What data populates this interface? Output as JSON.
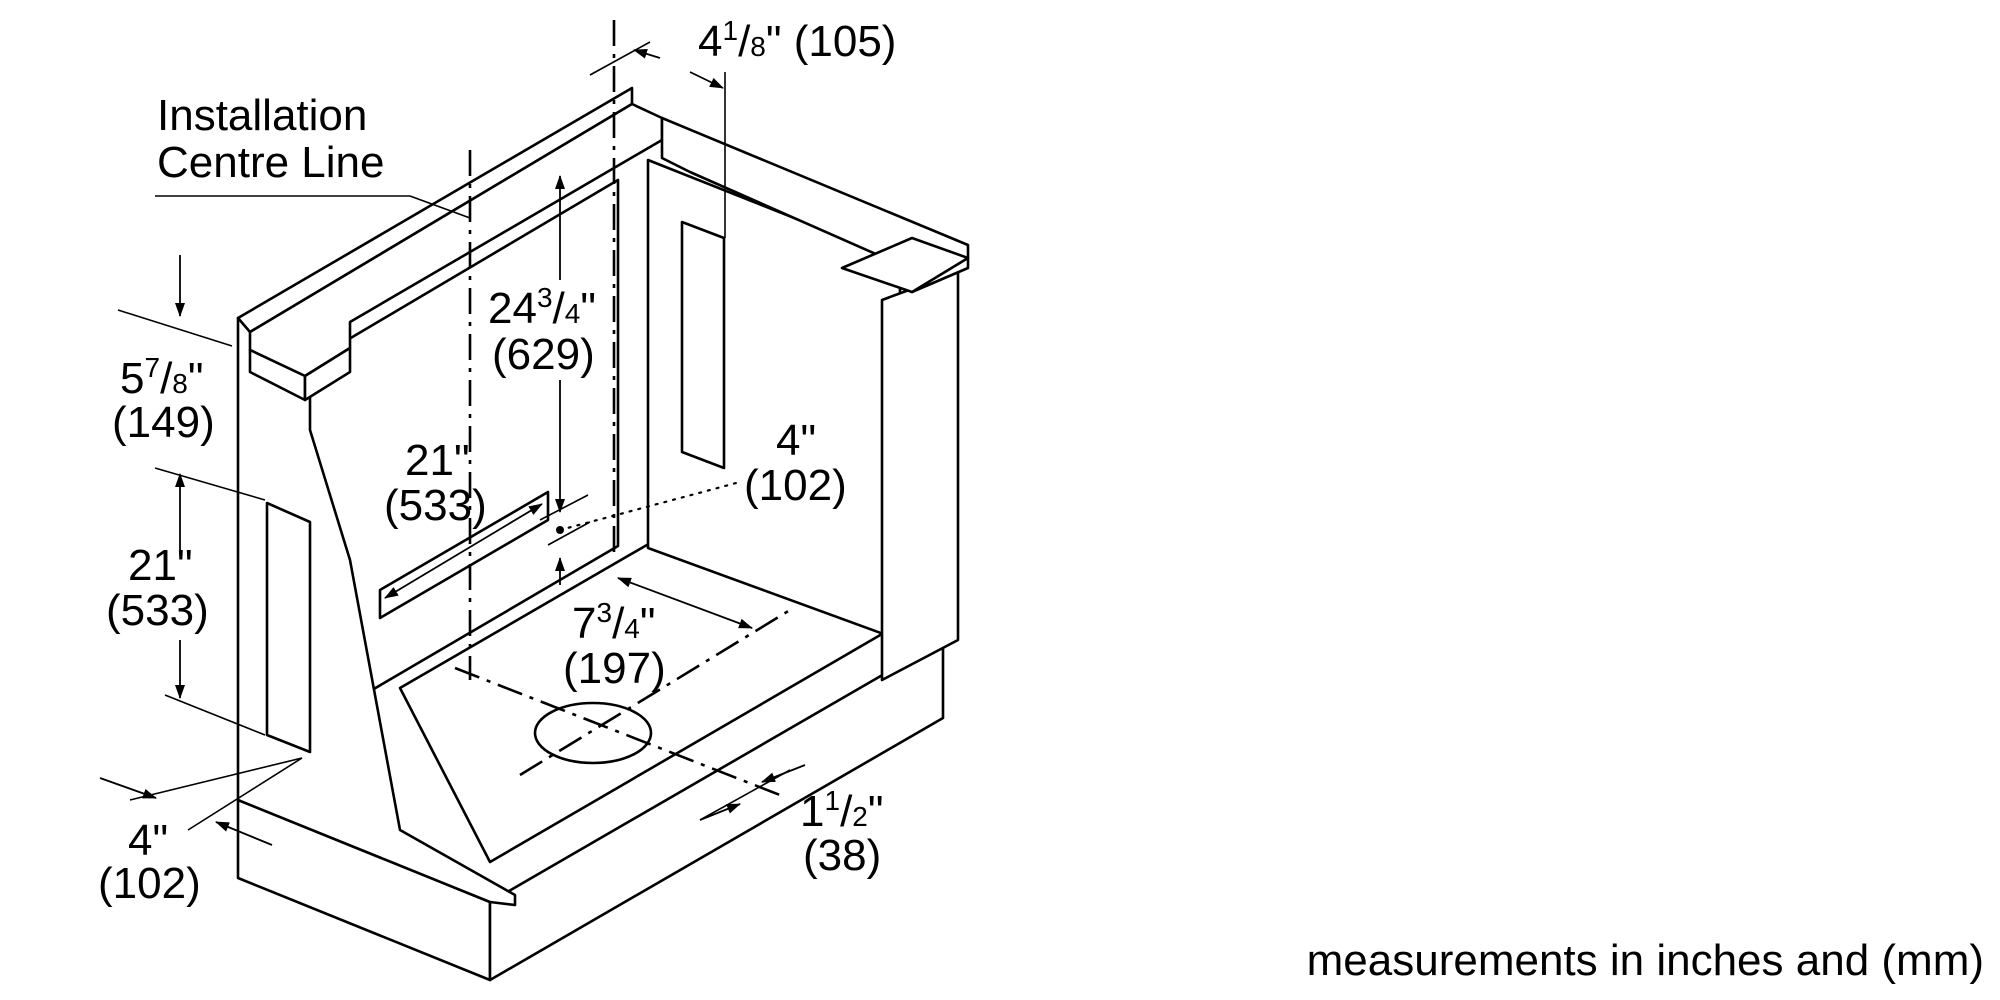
{
  "labels": {
    "installation_1": "Installation",
    "installation_2": "Centre Line",
    "top_width_whole": "4",
    "top_width_frac_num": "1",
    "top_width_frac_den": "8",
    "top_width_mm": "(105)",
    "depth_whole": "5",
    "depth_frac_num": "7",
    "depth_frac_den": "8",
    "depth_mm": "(149)",
    "height_whole": "24",
    "height_frac_num": "3",
    "height_frac_den": "4",
    "height_mm": "(629)",
    "width_back_in": "21\"",
    "width_back_mm": "(533)",
    "side_height_in": "21\"",
    "side_height_mm": "(533)",
    "right_offset_in": "4\"",
    "right_offset_mm": "(102)",
    "center_whole": "7",
    "center_frac_num": "3",
    "center_frac_den": "4",
    "center_mm": "(197)",
    "bottom_left_in": "4\"",
    "bottom_left_mm": "(102)",
    "bottom_right_whole": "1",
    "bottom_right_frac_num": "1",
    "bottom_right_frac_den": "2",
    "bottom_right_mm": "(38)"
  },
  "footer": "measurements in inches and (mm)"
}
